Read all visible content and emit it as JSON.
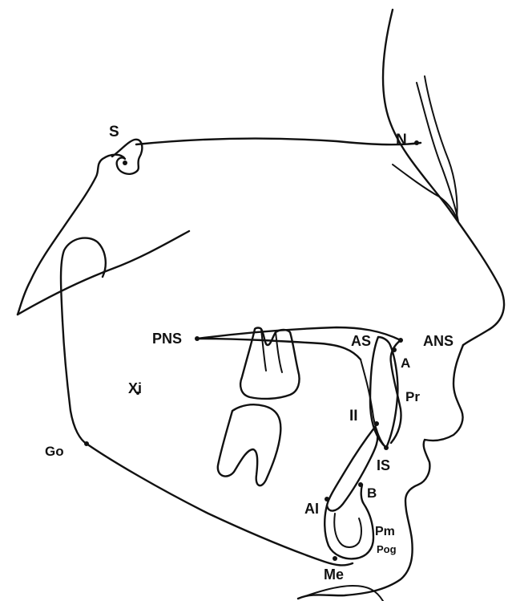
{
  "figure": {
    "landmarks": {
      "S": "S",
      "N": "N",
      "PNS": "PNS",
      "AS": "AS",
      "ANS": "ANS",
      "A": "A",
      "Xi": "Xi",
      "Pr": "Pr",
      "II": "II",
      "Go": "Go",
      "IS": "IS",
      "B": "B",
      "AI": "AI",
      "Pm": "Pm",
      "Pog": "Pog",
      "Me": "Me"
    },
    "colors": {
      "line": "#111111",
      "background": "#ffffff"
    }
  }
}
